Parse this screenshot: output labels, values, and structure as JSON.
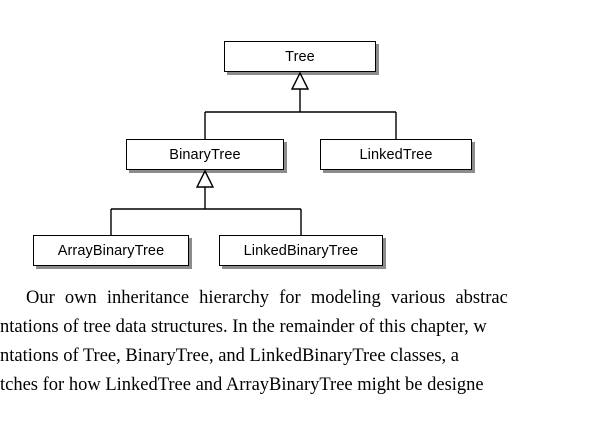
{
  "diagram": {
    "type": "uml-class-inheritance",
    "nodes": [
      {
        "id": "tree",
        "label": "Tree"
      },
      {
        "id": "binarytree",
        "label": "BinaryTree"
      },
      {
        "id": "linkedtree",
        "label": "LinkedTree"
      },
      {
        "id": "arraybinarytree",
        "label": "ArrayBinaryTree"
      },
      {
        "id": "linkedbinarytree",
        "label": "LinkedBinaryTree"
      }
    ],
    "edges": [
      {
        "from": "binarytree",
        "to": "tree",
        "kind": "generalization"
      },
      {
        "from": "linkedtree",
        "to": "tree",
        "kind": "generalization"
      },
      {
        "from": "arraybinarytree",
        "to": "binarytree",
        "kind": "generalization"
      },
      {
        "from": "linkedbinarytree",
        "to": "binarytree",
        "kind": "generalization"
      }
    ]
  },
  "prose": {
    "line1": "Our own inheritance hierarchy for modeling various abstrac",
    "line2": "ntations of tree data structures. In the remainder of this chapter, w",
    "line3": "ntations of Tree, BinaryTree, and LinkedBinaryTree classes, a",
    "line4": "tches for how LinkedTree and ArrayBinaryTree might be designe"
  }
}
